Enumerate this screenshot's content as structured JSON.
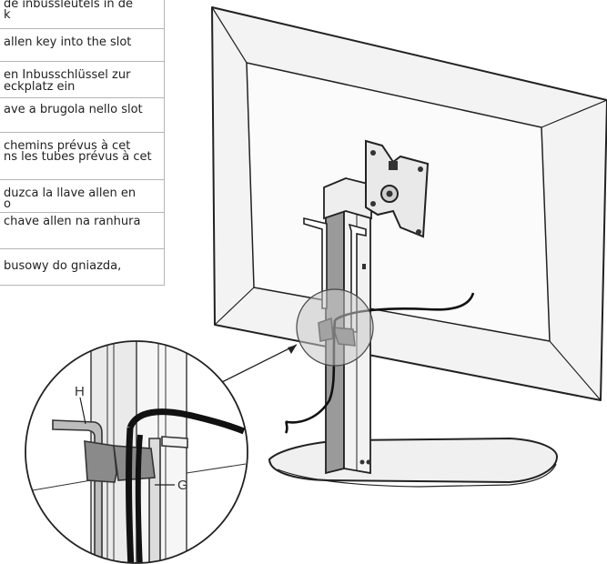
{
  "instructions": [
    {
      "lines": [
        "de inbussleutels in de",
        "k"
      ]
    },
    {
      "lines": [
        "allen key into the slot"
      ]
    },
    {
      "lines": [
        "en Inbusschlüssel zur",
        "eckplatz ein"
      ]
    },
    {
      "lines": [
        "ave a brugola nello slot"
      ]
    },
    {
      "lines": [
        "chemins prévus à cet",
        "ns les tubes prévus à cet"
      ]
    },
    {
      "lines": [
        "duzca la llave allen en",
        "o"
      ]
    },
    {
      "lines": [
        "chave allen na ranhura"
      ]
    },
    {
      "lines": [
        "busowy do gniazda,"
      ]
    }
  ],
  "callouts": {
    "h": "H",
    "g": "G"
  }
}
